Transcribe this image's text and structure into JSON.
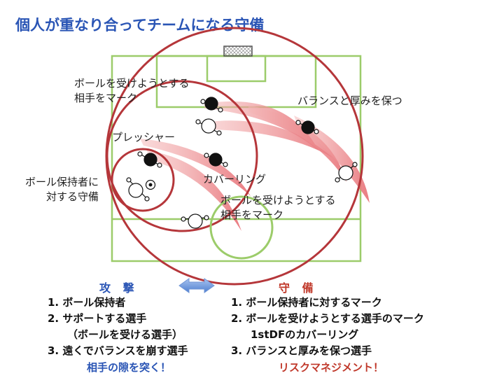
{
  "title": "個人が重なり合ってチームになる守備",
  "diagram_labels": {
    "mark_receiver_1": [
      "ボールを受けようとする",
      "相手をマーク"
    ],
    "balance": "バランスと厚みを保つ",
    "pressure": "プレッシャー",
    "ball_holder": [
      "ボール保持者に",
      "対する守備"
    ],
    "covering": "カバーリング",
    "mark_receiver_2": [
      "ボールを受けようとする",
      "相手をマーク"
    ]
  },
  "attack": {
    "heading": "攻 撃",
    "items": [
      "1.  ボール保持者",
      "2.  サポートする選手",
      "（ボールを受ける選手）",
      "3.  遠くでバランスを崩す選手"
    ],
    "tagline": "相手の隙を突く！",
    "color": "#2a55b5"
  },
  "defense": {
    "heading": "守 備",
    "items": [
      "1.  ボール保持者に対するマーク",
      "2.  ボールを受けようとする選手のマーク",
      "1stDFのカバーリング",
      "3.  バランスと厚みを保つ選手"
    ],
    "tagline": "リスクマネジメント！",
    "color": "#c0392b"
  },
  "colors": {
    "pitch_lines": "#9ccc6a",
    "circle_red": "#b5363a",
    "circle_green": "#9ccc6a",
    "arrow": "#6f95d6"
  }
}
